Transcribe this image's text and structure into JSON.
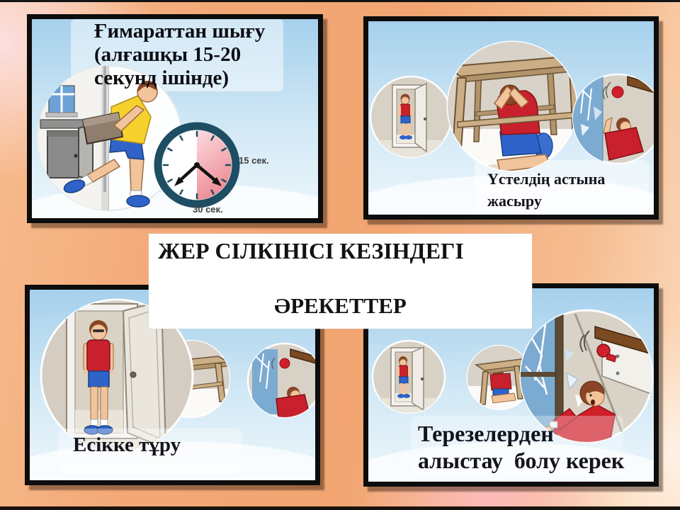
{
  "slide": {
    "title_line1": "ЖЕР СІЛКІНІСІ КЕЗІНДЕГІ",
    "title_line2": "ӘРЕКЕТТЕР"
  },
  "panels": {
    "exit_building": {
      "caption": "Ғимараттан шығу\n(алғашқы 15-20\nсекунд ішінде)",
      "clock_label_15": "15 сек.",
      "clock_label_30": "30 сек."
    },
    "under_table": {
      "caption": "Үстелдің астына\nжасыру"
    },
    "doorway": {
      "caption": "Есікке тұру"
    },
    "windows": {
      "caption": "Терезелерден\nалыстау  болу керек"
    }
  },
  "colors": {
    "background_orange": "#f2a571",
    "panel_sky_blue": "#a5d0ec",
    "shirt_red": "#c8202c",
    "shirt_yellow": "#f6d12e",
    "shorts_blue": "#2f63c9",
    "clock_ring_navy": "#1d4e63",
    "clock_sector_pink": "#ef8f98",
    "wall_beige": "#d8d1c6",
    "table_wood": "#cbae85"
  }
}
